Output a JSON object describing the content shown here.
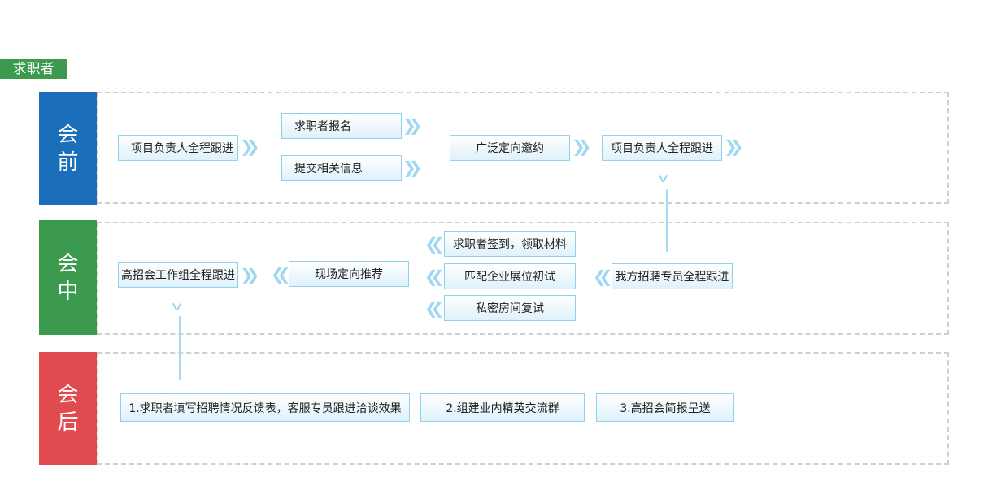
{
  "title": "求职者",
  "phases": {
    "before": {
      "line1": "会",
      "line2": "前",
      "color": "#1b6fba"
    },
    "during": {
      "line1": "会",
      "line2": "中",
      "color": "#3c9a4e"
    },
    "after": {
      "line1": "会",
      "line2": "后",
      "color": "#e04b4f"
    }
  },
  "before_steps": {
    "step1": "项目负责人全程跟进",
    "step2a": "求职者报名",
    "step2b": "提交相关信息",
    "step3": "广泛定向邀约",
    "step4": "项目负责人全程跟进"
  },
  "during_steps": {
    "step1": "我方招聘专员全程跟进",
    "step2a": "求职者签到，领取材料",
    "step2b": "匹配企业展位初试",
    "step2c": "私密房间复试",
    "step3": "现场定向推荐",
    "step4": "高招会工作组全程跟进"
  },
  "after_steps": {
    "step1": "1.求职者填写招聘情况反馈表，客服专员跟进洽谈效果",
    "step2": "2.组建业内精英交流群",
    "step3": "3.高招会简报呈送"
  },
  "icons": {
    "chevron_right": "chevron-double-right-icon",
    "chevron_left": "chevron-double-left-icon",
    "chevron_down": "chevron-down-icon"
  },
  "colors": {
    "box_border": "#8fd0ee",
    "chevron": "#9fd8f1",
    "frame": "#cfcfcf"
  }
}
